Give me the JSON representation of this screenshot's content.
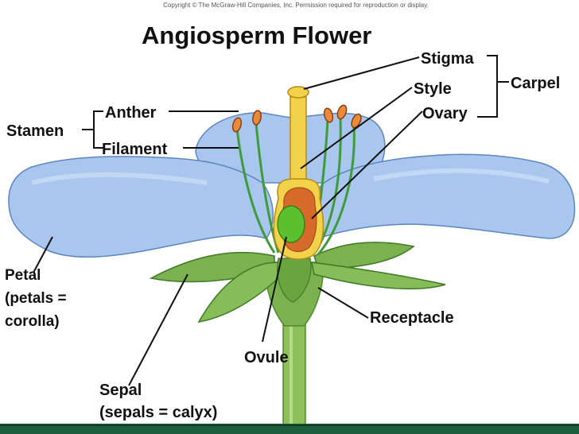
{
  "copyright": "Copyright © The McGraw-Hill Companies, Inc. Permission required for reproduction or display.",
  "title": "Angiosperm Flower",
  "labels": {
    "stigma": "Stigma",
    "style": "Style",
    "ovary": "Ovary",
    "carpel": "Carpel",
    "anther": "Anther",
    "filament": "Filament",
    "stamen": "Stamen",
    "petal": "Petal",
    "petal_note1": "(petals =",
    "petal_note2": "corolla)",
    "receptacle": "Receptacle",
    "ovule": "Ovule",
    "sepal": "Sepal",
    "sepal_note": "(sepals = calyx)"
  },
  "colors": {
    "petal": "#a9c7ee",
    "petal_edge": "#5d86bf",
    "sepal": "#7bb24f",
    "stem": "#8fc15a",
    "carpel": "#f2d24a",
    "ovary_inner": "#5bbf2e",
    "anther": "#e88a3a",
    "footer": "#1f5e3d"
  }
}
